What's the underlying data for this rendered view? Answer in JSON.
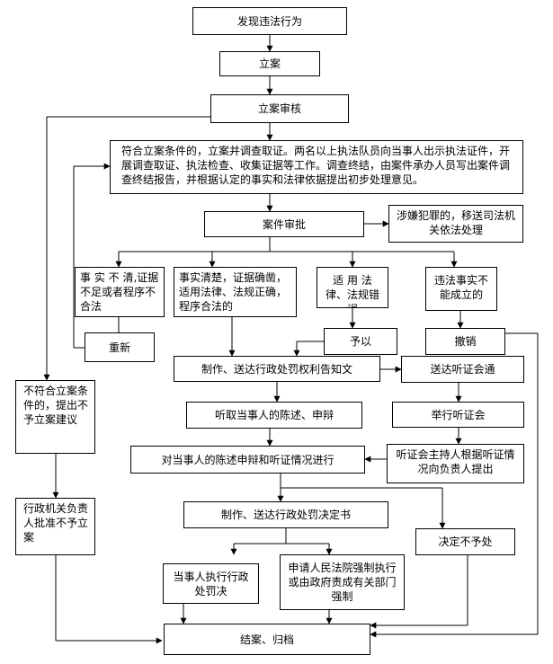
{
  "nodes": {
    "discover": "发现违法行为",
    "file_case": "立案",
    "review_filing": "立案审核",
    "investigate": "符合立案条件的，立案并调查取证。两名以上执法队员向当事人出示执法证件，开展调查取证、执法检查、收集证据等工作。调查终结，由案件承办人员写出案件调查终结报告，并根据认定的事实和法律依据提出初步处理意见。",
    "case_approval": "案件审批",
    "transfer_judicial": "涉嫌犯罪的，移送司法机关依法处理",
    "unclear_facts": "事 实 不 清,证据不足或者程序不合法",
    "clear_facts": "事实清楚，证据确凿，适用法律、法规正确，程序合法的",
    "wrong_law": "适 用 法 律、法规错误",
    "violation_not_established": "违法事实不能成立的",
    "redo": "重新",
    "give": "予以",
    "revoke": "撤销",
    "penalty_notice": "制作、送达行政处罚权利告知文",
    "hearing_notice": "送达听证会通",
    "hear_statement": "听取当事人的陈述、申辩",
    "hold_hearing": "举行听证会",
    "review_statement": "对当事人的陈述申辩和听证情况进行",
    "hearing_report": "听证会主持人根据听证情况向负责人提出",
    "not_meet_conditions": "不符合立案条件的，提出不予立案建议",
    "no_filing_approval": "行政机关负责人批准不予立案",
    "penalty_decision": "制作、送达行政处罚决定书",
    "decide_no_penalty": "决定不予处",
    "party_executes": "当事人执行行政处罚决",
    "court_enforcement": "申请人民法院强制执行或由政府责成有关部门强制",
    "close_case": "结案、归档"
  }
}
